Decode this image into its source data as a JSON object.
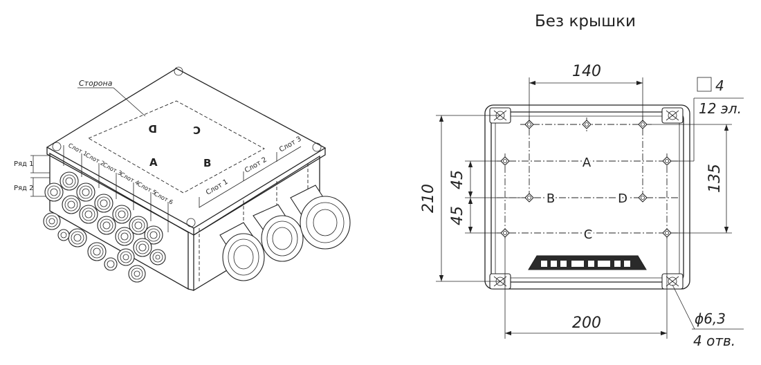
{
  "title": "Без крышки",
  "iso": {
    "side_label": "Сторона",
    "rows": [
      "Ряд 1",
      "Ряд 2"
    ],
    "left_slots": [
      "Слот 1",
      "Слот 2",
      "Слот 3",
      "Слот 4",
      "Слот 5",
      "Слот 6"
    ],
    "front_slots": [
      "Слот 1",
      "Слот 2",
      "Слот 3"
    ],
    "lid_letters": [
      "D",
      "C",
      "A",
      "B"
    ]
  },
  "plan": {
    "dims": {
      "top_width": "140",
      "bottom_width": "200",
      "overall_height": "210",
      "right_height": "135",
      "left_upper": "45",
      "left_lower": "45"
    },
    "square_note": "4",
    "elements_note": "12 эл.",
    "hole_dia": "ϕ6,3",
    "hole_count": "4 отв.",
    "points": [
      "A",
      "B",
      "D",
      "C"
    ]
  }
}
